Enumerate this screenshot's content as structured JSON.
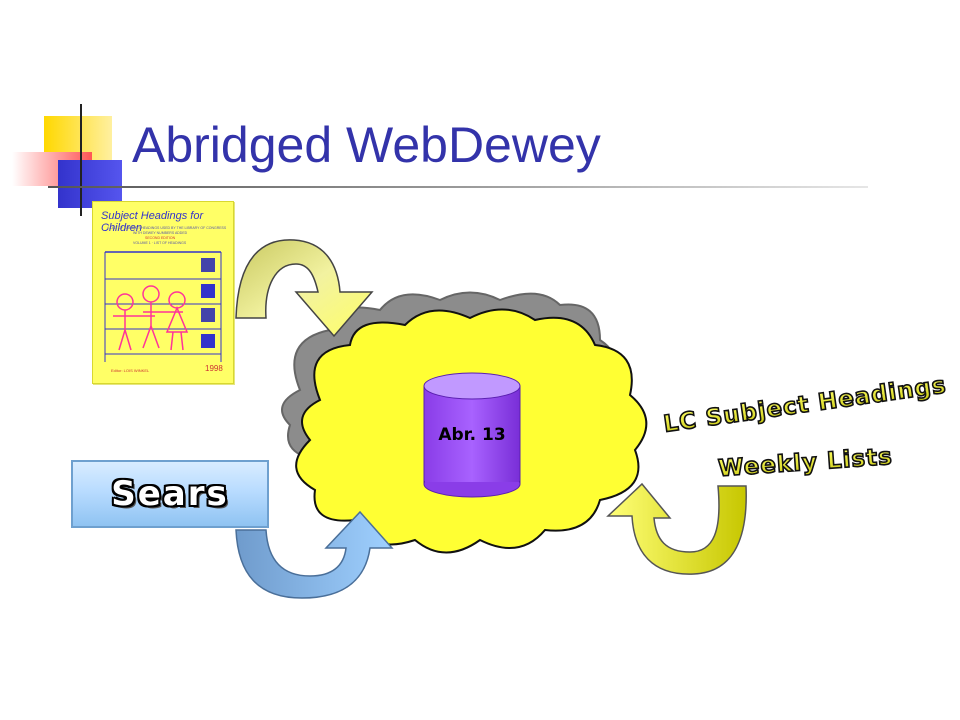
{
  "slide": {
    "title": "Abridged WebDewey"
  },
  "book": {
    "title": "Subject Headings for Children",
    "subtitle_lines": [
      "A LIST OF SUBJECT HEADINGS USED BY THE LIBRARY OF CONGRESS",
      "WITH DEWEY NUMBERS ADDED",
      "SECOND EDITION",
      "VOLUME 1 · LIST OF HEADINGS"
    ],
    "editor": "Editor: LOIS WINKEL",
    "year": "1998"
  },
  "diagram": {
    "database_label": "Abr. 13",
    "sears_label": "Sears",
    "lc_label_line1": "LC Subject Headings",
    "lc_label_line2": "Weekly Lists"
  },
  "colors": {
    "title": "#3333aa",
    "cloud_fill": "#ffff33",
    "cloud_shadow": "#8a8a8a",
    "cylinder": "#9c4ff0",
    "arrow_yellow": "#e6e680",
    "arrow_blue": "#8cbcec",
    "wordart_fill": "#e8e830"
  }
}
